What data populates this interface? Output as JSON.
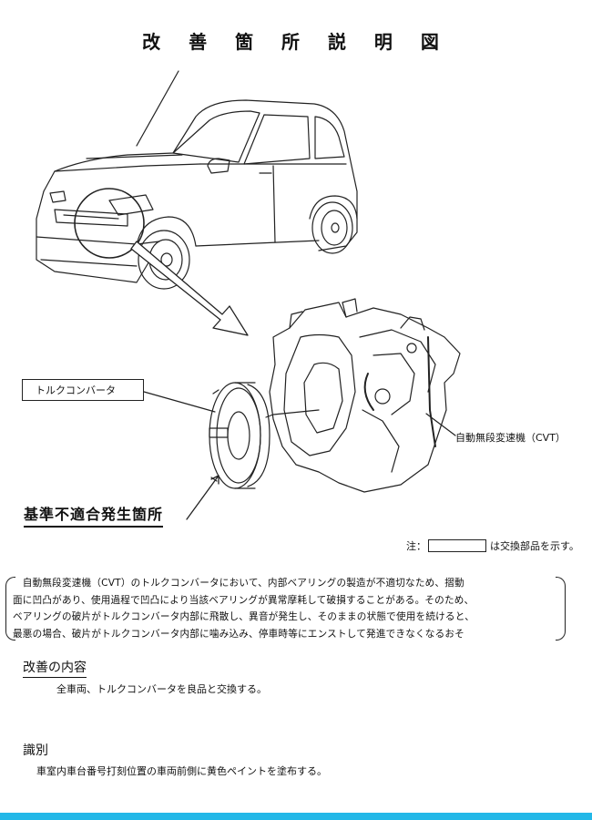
{
  "title": "改 善 箇 所 説 明 図",
  "labels": {
    "torque_converter": "トルクコンバータ",
    "cvt": "自動無段変速機（CVT）",
    "defect_location": "基準不適合発生箇所"
  },
  "note": {
    "prefix": "注：",
    "suffix": "は交換部品を示す。"
  },
  "description": [
    "　自動無段変速機（CVT）のトルクコンバータにおいて、内部ベアリングの製造が不適切なため、摺動",
    "面に凹凸があり、使用過程で凹凸により当該ベアリングが異常摩耗して破損することがある。そのため、",
    "ベアリングの破片がトルクコンバータ内部に飛散し、異音が発生し、そのままの状態で使用を続けると、",
    "最悪の場合、破片がトルクコンバータ内部に噛み込み、停車時等にエンストして発進できなくなるおそ"
  ],
  "improvement": {
    "heading": "改善の内容",
    "text": "全車両、トルクコンバータを良品と交換する。"
  },
  "identification": {
    "heading": "識別",
    "text": "車室内車台番号打刻位置の車両前側に黄色ペイントを塗布する。"
  },
  "colors": {
    "footer_bar": "#23b8e8"
  }
}
